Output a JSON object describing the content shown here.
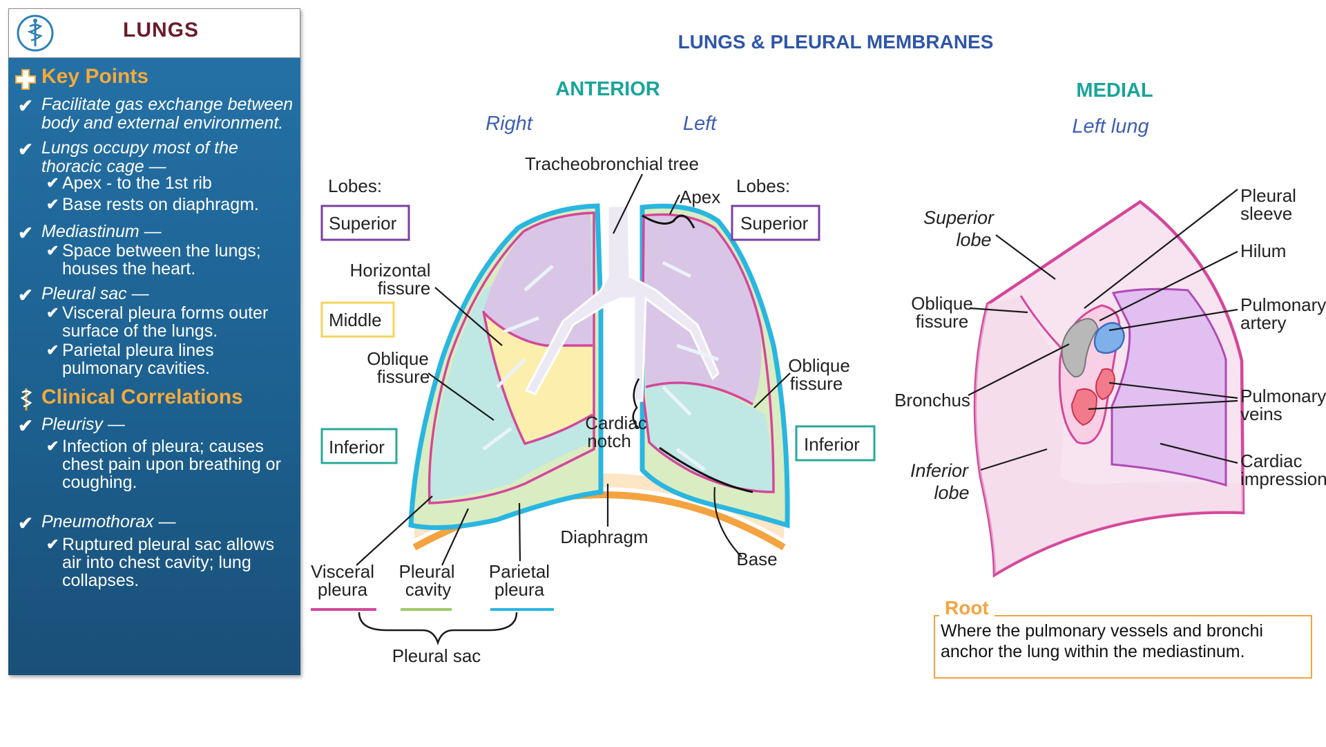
{
  "sidebar": {
    "title": "LUNGS",
    "key_points_heading": "Key Points",
    "key_points": [
      {
        "text": "Facilitate gas exchange between body and external environment.",
        "subs": []
      },
      {
        "text": "Lungs occupy most of the thoracic cage —",
        "subs": [
          "Apex - to the 1st rib",
          "Base rests on diaphragm."
        ]
      },
      {
        "text": "Mediastinum —",
        "subs": [
          "Space between the lungs; houses the heart."
        ]
      },
      {
        "text": "Pleural sac —",
        "subs": [
          "Visceral pleura forms outer surface of the lungs.",
          "Parietal pleura lines pulmonary cavities."
        ]
      }
    ],
    "clinical_heading": "Clinical Correlations",
    "clinical": [
      {
        "text": "Pleurisy —",
        "subs": [
          "Infection of pleura; causes chest pain upon breathing or coughing."
        ]
      },
      {
        "text": "Pneumothorax —",
        "subs": [
          "Ruptured pleural sac allows air into chest cavity; lung collapses."
        ]
      }
    ]
  },
  "diagram": {
    "title": "LUNGS & PLEURAL MEMBRANES",
    "anterior": {
      "heading": "ANTERIOR",
      "right_label": "Right",
      "left_label": "Left",
      "lobes_left": "Lobes:",
      "lobes_right": "Lobes:",
      "superior_r": "Superior",
      "middle": "Middle",
      "inferior_r": "Inferior",
      "superior_l": "Superior",
      "inferior_l": "Inferior",
      "tracheobronchial": "Tracheobronchial tree",
      "apex": "Apex",
      "horizontal_fissure": [
        "Horizontal",
        "fissure"
      ],
      "oblique_fissure_r": [
        "Oblique",
        "fissure"
      ],
      "oblique_fissure_l": [
        "Oblique",
        "fissure"
      ],
      "cardiac_notch": [
        "Cardiac",
        "notch"
      ],
      "diaphragm": "Diaphragm",
      "base": "Base",
      "visceral_pleura": [
        "Visceral",
        "pleura"
      ],
      "pleural_cavity": [
        "Pleural",
        "cavity"
      ],
      "parietal_pleura": [
        "Parietal",
        "pleura"
      ],
      "pleural_sac": "Pleural sac"
    },
    "medial": {
      "heading": "MEDIAL",
      "sub": "Left lung",
      "superior_lobe": [
        "Superior",
        "lobe"
      ],
      "oblique_fissure": [
        "Oblique",
        "fissure"
      ],
      "bronchus": "Bronchus",
      "inferior_lobe": [
        "Inferior",
        "lobe"
      ],
      "pleural_sleeve": [
        "Pleural",
        "sleeve"
      ],
      "hilum": "Hilum",
      "pulmonary_artery": [
        "Pulmonary",
        "artery"
      ],
      "pulmonary_veins": [
        "Pulmonary",
        "veins"
      ],
      "cardiac_impression": [
        "Cardiac",
        "impression"
      ]
    },
    "root": {
      "title": "Root",
      "text": "Where the pulmonary vessels and bronchi anchor the lung within the mediastinum."
    }
  },
  "colors": {
    "sidebar_blue": "#1f659a",
    "heading_orange": "#f6a93b",
    "title_blue": "#2f56a8",
    "teal": "#18a59a",
    "parietal_blue": "#29b6e0",
    "visceral_pink": "#d4479a",
    "cavity_green": "#d9ecc2",
    "superior_purple": "#7a3fa0",
    "middle_yellow": "#f7d35a",
    "inferior_teal": "#2aa89a",
    "diaphragm_orange": "#f4a340"
  }
}
